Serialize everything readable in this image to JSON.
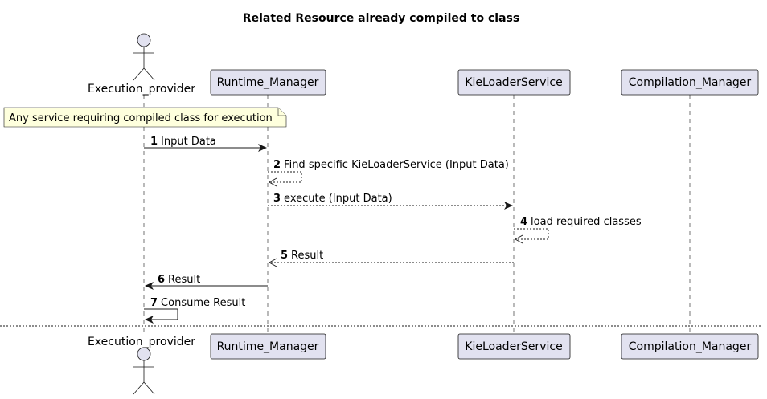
{
  "diagram": {
    "title": "Related Resource already compiled to class",
    "participants": [
      {
        "id": "exec",
        "label": "Execution_provider",
        "kind": "actor"
      },
      {
        "id": "runtime",
        "label": "Runtime_Manager",
        "kind": "participant"
      },
      {
        "id": "kie",
        "label": "KieLoaderService",
        "kind": "participant"
      },
      {
        "id": "compile",
        "label": "Compilation_Manager",
        "kind": "participant"
      }
    ],
    "note": {
      "text": "Any service requiring compiled class for execution"
    },
    "messages": [
      {
        "num": "1",
        "text": "Input Data",
        "from": "exec",
        "to": "runtime",
        "style": "solid"
      },
      {
        "num": "2",
        "text": "Find specific KieLoaderService (Input Data)",
        "from": "runtime",
        "to": "runtime",
        "style": "dashed"
      },
      {
        "num": "3",
        "text": "execute (Input Data)",
        "from": "runtime",
        "to": "kie",
        "style": "dashed"
      },
      {
        "num": "4",
        "text": "load required classes",
        "from": "kie",
        "to": "kie",
        "style": "dashed"
      },
      {
        "num": "5",
        "text": "Result",
        "from": "kie",
        "to": "runtime",
        "style": "dashed"
      },
      {
        "num": "6",
        "text": "Result",
        "from": "runtime",
        "to": "exec",
        "style": "solid"
      },
      {
        "num": "7",
        "text": "Consume Result",
        "from": "exec",
        "to": "exec",
        "style": "solid"
      }
    ]
  }
}
